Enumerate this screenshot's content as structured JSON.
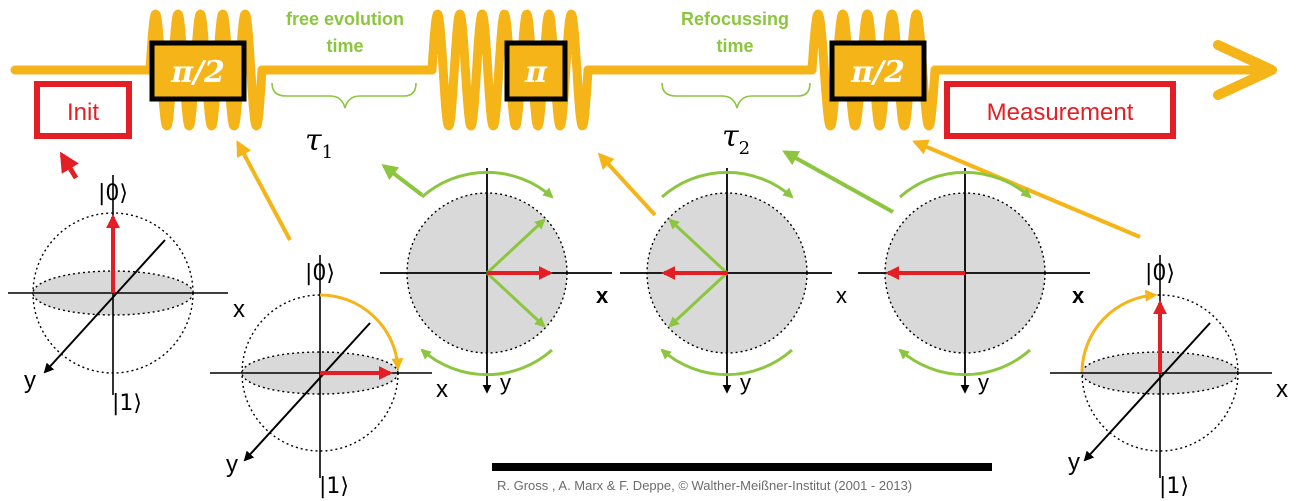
{
  "colors": {
    "pulse_line": "#f5b417",
    "green": "#8cc63f",
    "red": "#e31e24",
    "black": "#000000",
    "sphere_fill": "#d9d9d9"
  },
  "pulses": {
    "first": "π/2",
    "middle": "π",
    "last": "π/2"
  },
  "labels": {
    "init": "Init",
    "measurement": "Measurement",
    "free_evolution_line1": "free evolution",
    "free_evolution_line2": "time",
    "refocussing_line1": "Refocussing",
    "refocussing_line2": "time",
    "tau1_symbol": "τ",
    "tau1_sub": "1",
    "tau2_symbol": "τ",
    "tau2_sub": "2"
  },
  "spheres": {
    "ket0": "|0⟩",
    "ket1": "|1⟩",
    "x": "x",
    "y": "y"
  },
  "credit": "R. Gross , A. Marx & F. Deppe, © Walther-Meißner-Institut (2001 - 2013)"
}
